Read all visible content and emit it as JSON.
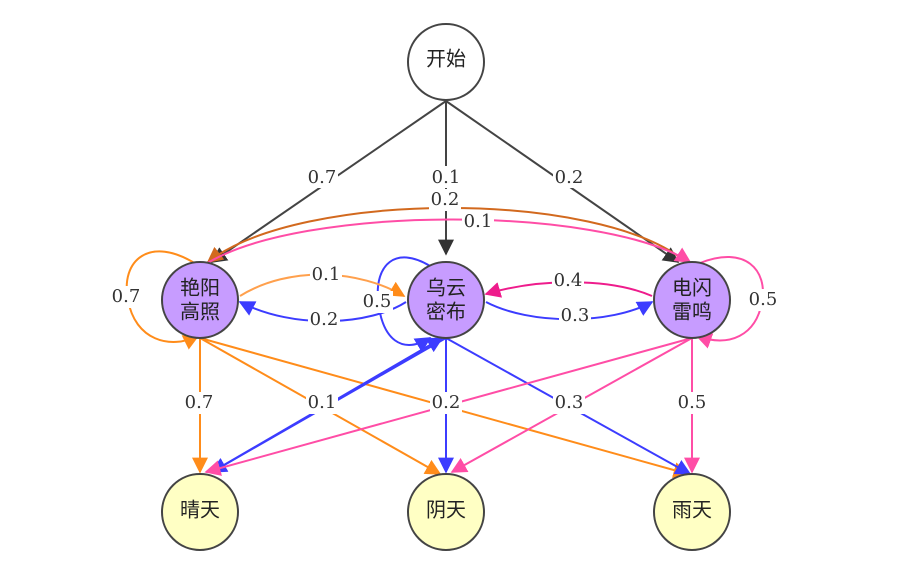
{
  "nodes": {
    "start": {
      "label": "开始",
      "fill": "#ffffff"
    },
    "sunny_state": {
      "label_line1": "艳阳",
      "label_line2": "高照",
      "fill": "#c79cff"
    },
    "cloudy_state": {
      "label_line1": "乌云",
      "label_line2": "密布",
      "fill": "#c79cff"
    },
    "storm_state": {
      "label_line1": "电闪",
      "label_line2": "雷鸣",
      "fill": "#c79cff"
    },
    "clear": {
      "label": "晴天",
      "fill": "#ffffc4"
    },
    "overcast": {
      "label": "阴天",
      "fill": "#ffffc4"
    },
    "rain": {
      "label": "雨天",
      "fill": "#ffffc4"
    }
  },
  "edges": {
    "start_to_sunny": "0.7",
    "start_to_cloudy": "0.1",
    "start_to_storm": "0.2",
    "storm_to_sunny_top": "0.2",
    "sunny_to_storm_top": "0.1",
    "sunny_self": "0.7",
    "cloudy_self": "0.5",
    "storm_self": "0.5",
    "sunny_to_cloudy": "0.1",
    "cloudy_to_sunny": "0.2",
    "storm_to_cloudy": "0.4",
    "cloudy_to_storm": "0.3",
    "sunny_to_clear": "0.7",
    "sunny_to_overcast": "0.1",
    "cloudy_to_overcast": "0.2",
    "cloudy_to_rain": "0.3",
    "storm_to_rain": "0.5"
  },
  "colors": {
    "start_edges": "#444444",
    "orange": "#ff8c1a",
    "orange_dark": "#d2691e",
    "blue": "#3c3cff",
    "pink": "#ff4da6",
    "magenta": "#ee1c8c"
  }
}
